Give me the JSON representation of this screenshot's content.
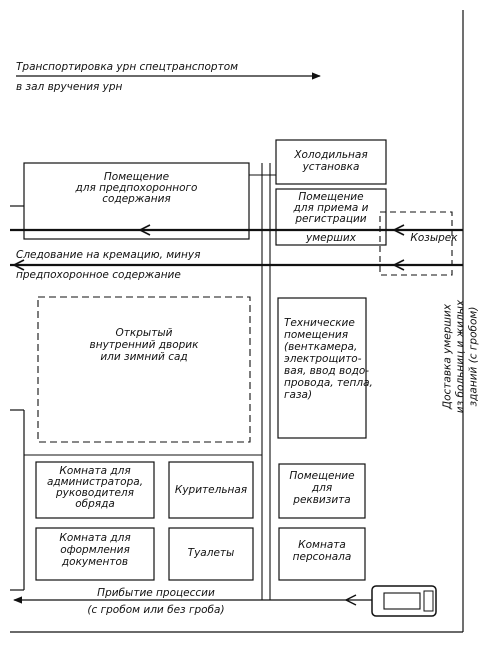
{
  "flows": {
    "transport_line1": "Транспортировка урн спецтранспортом",
    "transport_line2": "в зал вручения урн",
    "route_line1": "Следование на кремацию, минуя",
    "route_line2": "предпохоронное содержание",
    "arrival_line1": "Прибытие процессии",
    "arrival_line2": "(с гробом или без гроба)",
    "delivery_line1": "Доставка умерших",
    "delivery_line2": "из больниц и жилых",
    "delivery_line3": "зданий (с гробом)"
  },
  "rooms": {
    "prefuneral_line1": "Помещение",
    "prefuneral_line2": "для предпохоронного",
    "prefuneral_line3": "содержания",
    "cold_line1": "Холодильная",
    "cold_line2": "установка",
    "reception_line1": "Помещение",
    "reception_line2": "для приема и",
    "reception_line3": "регистрации",
    "reception_line4": "умерших",
    "canopy": "Козырек",
    "courtyard_line1": "Открытый",
    "courtyard_line2": "внутренний дворик",
    "courtyard_line3": "или зимний сад",
    "tech_line1": "Технические",
    "tech_line2": "помещения",
    "tech_line3": "(венткамера,",
    "tech_line4": "электрощито-",
    "tech_line5": "вая, ввод водо-",
    "tech_line6": "провода, тепла,",
    "tech_line7": "газа)",
    "admin_line1": "Комната для",
    "admin_line2": "администратора,",
    "admin_line3": "руководителя",
    "admin_line4": "обряда",
    "smoking": "Курительная",
    "props_line1": "Помещение",
    "props_line2": "для",
    "props_line3": "реквизита",
    "docs_line1": "Комната для",
    "docs_line2": "оформления",
    "docs_line3": "документов",
    "toilets": "Туалеты",
    "staff_line1": "Комната",
    "staff_line2": "персонала"
  }
}
